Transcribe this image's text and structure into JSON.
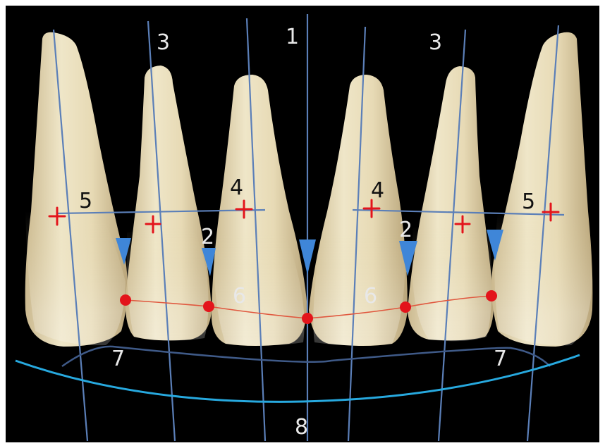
{
  "labels": {
    "l1": "1",
    "l3_left": "3",
    "l3_right": "3",
    "l4_left": "4",
    "l4_right": "4",
    "l5_left": "5",
    "l5_right": "5",
    "l2_left": "2",
    "l2_right": "2",
    "l6_left": "6",
    "l6_right": "6",
    "l7_left": "7",
    "l7_right": "7",
    "l8": "8"
  },
  "colors": {
    "background": "#000000",
    "frame": "#ffffff",
    "axis_line": "#5b7fb8",
    "incisal_line": "#e0573e",
    "contact_point": "#e3141b",
    "height_mark": "#e3141b",
    "embrasure": "#3f86d8",
    "gingival_curve": "#3f5a88",
    "smile_arc": "#27a9df"
  }
}
